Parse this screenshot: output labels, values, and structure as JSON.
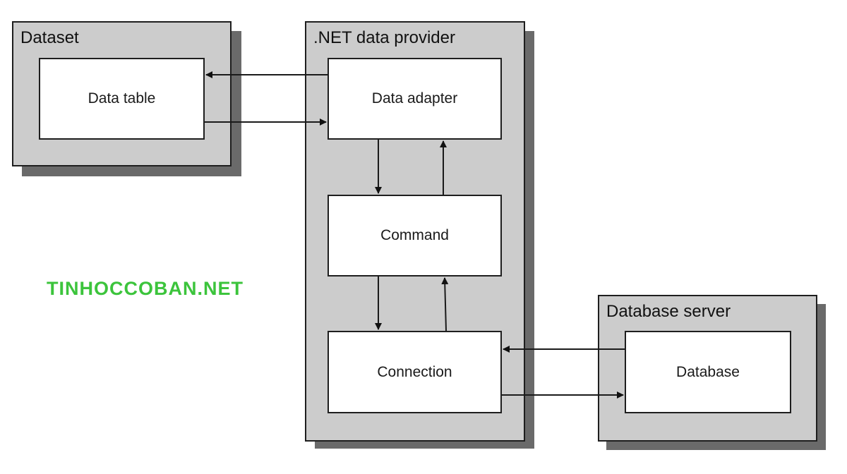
{
  "diagram": {
    "containers": {
      "dataset": {
        "title": "Dataset"
      },
      "provider": {
        "title": ".NET data provider"
      },
      "server": {
        "title": "Database server"
      }
    },
    "nodes": {
      "data_table": "Data table",
      "data_adapter": "Data adapter",
      "command": "Command",
      "connection": "Connection",
      "database": "Database"
    },
    "edges": [
      {
        "from": "Data adapter",
        "to": "Data table"
      },
      {
        "from": "Data table",
        "to": "Data adapter"
      },
      {
        "from": "Data adapter",
        "to": "Command"
      },
      {
        "from": "Command",
        "to": "Data adapter"
      },
      {
        "from": "Command",
        "to": "Connection"
      },
      {
        "from": "Connection",
        "to": "Command"
      },
      {
        "from": "Database",
        "to": "Connection"
      },
      {
        "from": "Connection",
        "to": "Database"
      }
    ]
  },
  "watermark": "TINHOCCOBAN.NET",
  "colors": {
    "container_fill": "#cccccc",
    "shadow": "#6a6a6a",
    "box_fill": "#ffffff",
    "stroke": "#1e1e1e",
    "watermark": "#3cc43c"
  }
}
